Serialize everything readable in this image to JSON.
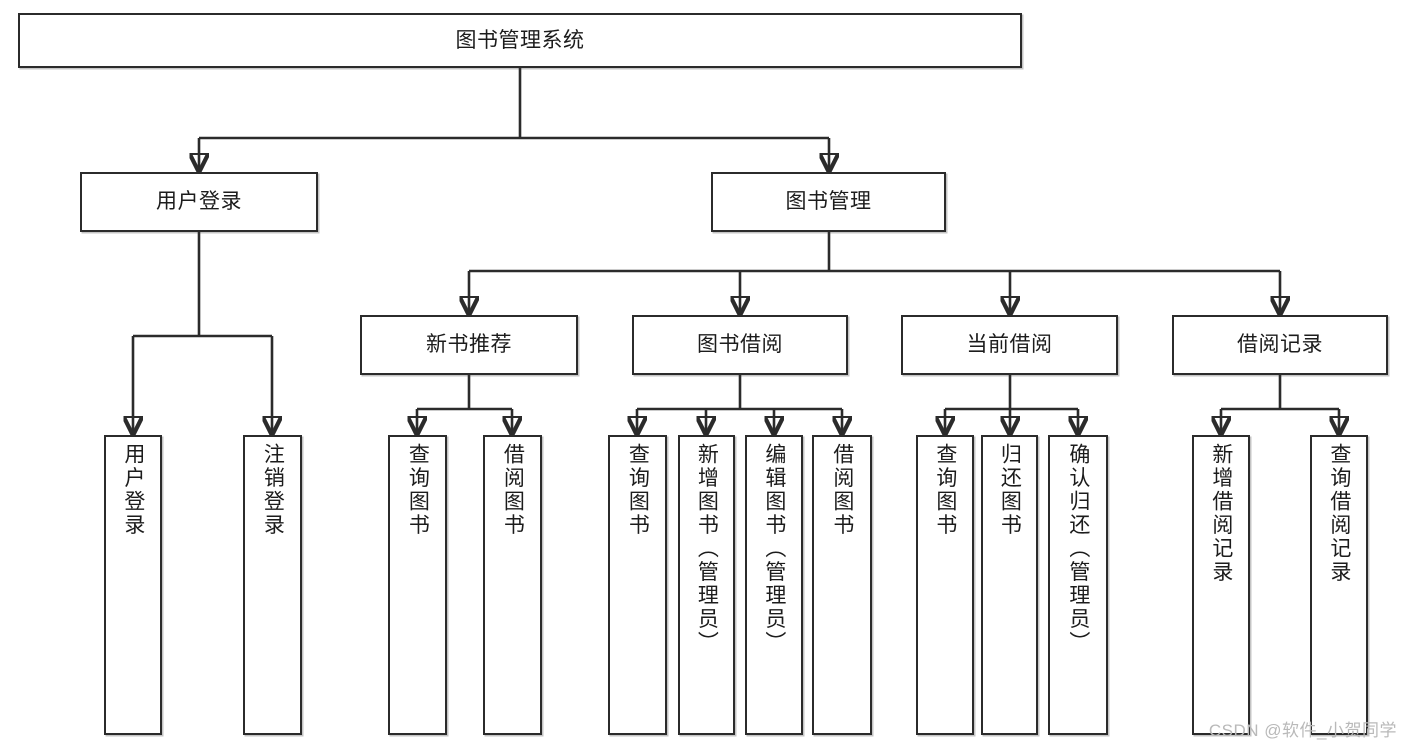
{
  "diagram": {
    "title": "图书管理系统",
    "type": "tree",
    "watermark": "CSDN @软件_小贺同学",
    "colors": {
      "box_border": "#2b2b2b",
      "box_fill": "#ffffff",
      "line": "#2b2b2b",
      "text": "#1c1c1c",
      "watermark": "#b9b9b9",
      "background": "#ffffff"
    },
    "root": {
      "label": "图书管理系统",
      "orientation": "horizontal"
    },
    "level2": [
      {
        "id": "user-login",
        "label": "用户登录",
        "orientation": "horizontal"
      },
      {
        "id": "book-management",
        "label": "图书管理",
        "orientation": "horizontal"
      }
    ],
    "level3": [
      {
        "id": "new-book-recommend",
        "label": "新书推荐",
        "orientation": "horizontal",
        "parent": "book-management"
      },
      {
        "id": "book-borrow",
        "label": "图书借阅",
        "orientation": "horizontal",
        "parent": "book-management"
      },
      {
        "id": "current-borrow",
        "label": "当前借阅",
        "orientation": "horizontal",
        "parent": "book-management"
      },
      {
        "id": "borrow-record",
        "label": "借阅记录",
        "orientation": "horizontal",
        "parent": "book-management"
      }
    ],
    "leaves": [
      {
        "id": "leaf-user-login",
        "label": "用户登录",
        "orientation": "vertical",
        "parent": "user-login"
      },
      {
        "id": "leaf-logout-login",
        "label": "注销登录",
        "orientation": "vertical",
        "parent": "user-login"
      },
      {
        "id": "leaf-query-book-1",
        "label": "查询图书",
        "orientation": "vertical",
        "parent": "new-book-recommend"
      },
      {
        "id": "leaf-borrow-book-1",
        "label": "借阅图书",
        "orientation": "vertical",
        "parent": "new-book-recommend"
      },
      {
        "id": "leaf-query-book-2",
        "label": "查询图书",
        "orientation": "vertical",
        "parent": "book-borrow"
      },
      {
        "id": "leaf-add-book",
        "label": "新增图书（管理员）",
        "orientation": "vertical",
        "parent": "book-borrow"
      },
      {
        "id": "leaf-edit-book",
        "label": "编辑图书（管理员）",
        "orientation": "vertical",
        "parent": "book-borrow"
      },
      {
        "id": "leaf-borrow-book-2",
        "label": "借阅图书",
        "orientation": "vertical",
        "parent": "book-borrow"
      },
      {
        "id": "leaf-query-book-3",
        "label": "查询图书",
        "orientation": "vertical",
        "parent": "current-borrow"
      },
      {
        "id": "leaf-return-book",
        "label": "归还图书",
        "orientation": "vertical",
        "parent": "current-borrow"
      },
      {
        "id": "leaf-confirm-return",
        "label": "确认归还（管理员）",
        "orientation": "vertical",
        "parent": "current-borrow"
      },
      {
        "id": "leaf-add-record",
        "label": "新增借阅记录",
        "orientation": "vertical",
        "parent": "borrow-record"
      },
      {
        "id": "leaf-query-record",
        "label": "查询借阅记录",
        "orientation": "vertical",
        "parent": "borrow-record"
      }
    ]
  }
}
